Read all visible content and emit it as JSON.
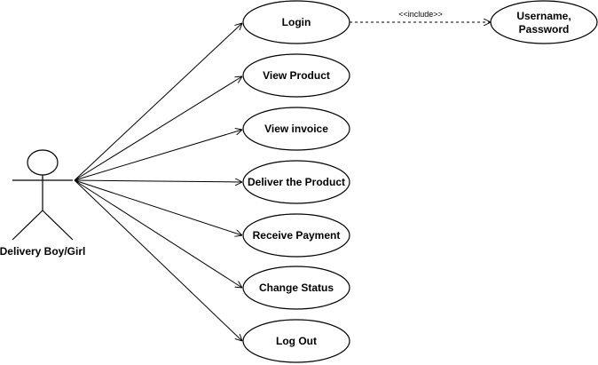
{
  "actor": {
    "name": "Delivery Boy/Girl"
  },
  "use_cases": [
    {
      "label": "Login"
    },
    {
      "label": "View Product"
    },
    {
      "label": "View invoice"
    },
    {
      "label": "Deliver the Product"
    },
    {
      "label": "Receive Payment"
    },
    {
      "label": "Change Status"
    },
    {
      "label": "Log Out"
    }
  ],
  "include_target": {
    "line1": "Username,",
    "line2": "Password"
  },
  "include_relation": {
    "label": "<<include>>"
  }
}
